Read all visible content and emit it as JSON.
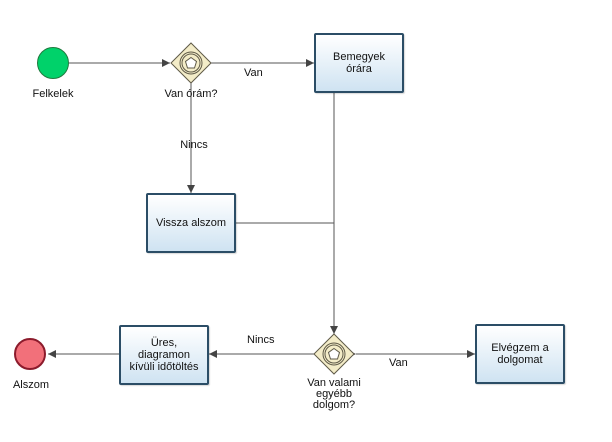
{
  "events": {
    "start_label": "Felkelek",
    "end_label": "Alszom",
    "start_color": "#00d26a",
    "end_color": "#f2707a"
  },
  "gateways": {
    "g1_label": "Van órám?",
    "g2_label_lines": [
      "Van valami",
      "egyébb",
      "dolgom?"
    ]
  },
  "tasks": {
    "bemegyek": [
      "Bemegyek",
      "órára"
    ],
    "vissza": [
      "Vissza alszom"
    ],
    "elvegzem": [
      "Elvégzem a",
      "dolgomat"
    ],
    "ures": [
      "Üres,",
      "diagramon",
      "kívüli időtöltés"
    ]
  },
  "flows": {
    "g1_van": "Van",
    "g1_nincs": "Nincs",
    "g2_van": "Van",
    "g2_nincs": "Nincs"
  },
  "colors": {
    "task_border": "#2b4d66",
    "task_fill": "#cfe3f2",
    "gateway_fill": "#f3ecc8",
    "gateway_border": "#5f5a48",
    "edge": "#555555"
  }
}
